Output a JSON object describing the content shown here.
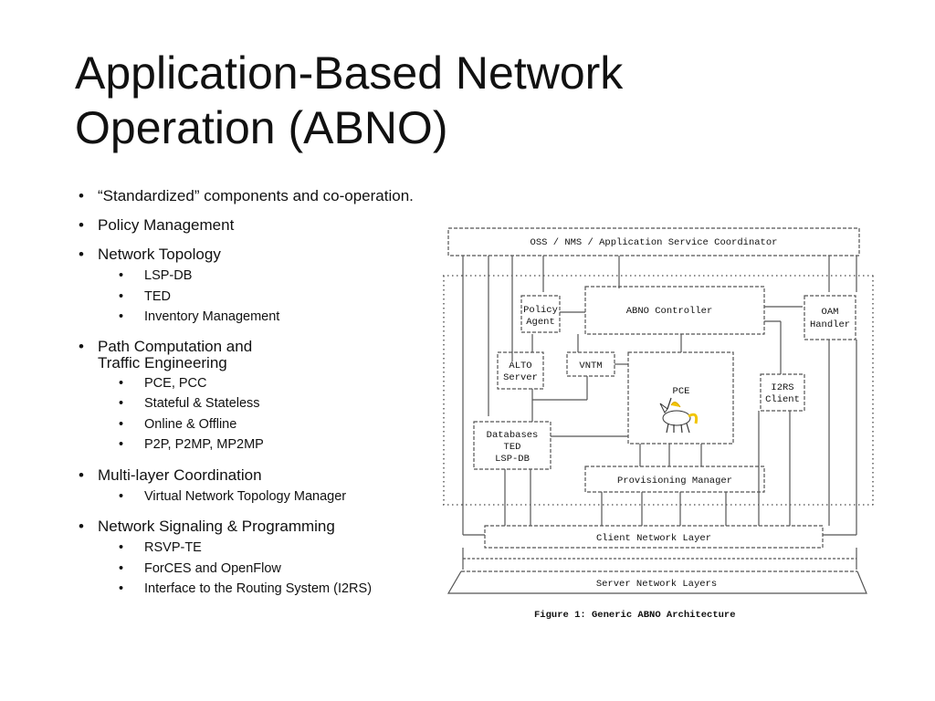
{
  "title": {
    "line1": "Application-Based Network",
    "line2": "Operation (ABNO)"
  },
  "bullets": {
    "standardized": "“Standardized” components and co-operation.",
    "policy": "Policy Management",
    "topology": {
      "label": "Network Topology",
      "items": [
        "LSP-DB",
        "TED",
        "Inventory Management"
      ]
    },
    "path": {
      "label_line1": "Path Computation and",
      "label_line2": "Traffic Engineering",
      "items": [
        "PCE, PCC",
        "Stateful & Stateless",
        "Online & Offline",
        "P2P, P2MP, MP2MP"
      ]
    },
    "multilayer": {
      "label": "Multi-layer Coordination",
      "items": [
        "Virtual Network Topology Manager"
      ]
    },
    "signaling": {
      "label": "Network Signaling & Programming",
      "items": [
        "RSVP-TE",
        "ForCES and OpenFlow",
        "Interface to the Routing System (I2RS)"
      ]
    }
  },
  "diagram": {
    "oss": "OSS / NMS / Application Service Coordinator",
    "policy_agent_1": "Policy",
    "policy_agent_2": "Agent",
    "abno_controller": "ABNO Controller",
    "oam_1": "OAM",
    "oam_2": "Handler",
    "alto_1": "ALTO",
    "alto_2": "Server",
    "vntm": "VNTM",
    "pce": "PCE",
    "i2rs_1": "I2RS",
    "i2rs_2": "Client",
    "db_1": "Databases",
    "db_2": "TED",
    "db_3": "LSP-DB",
    "provisioning": "Provisioning Manager",
    "client_layer": "Client Network Layer",
    "server_layers": "Server Network Layers",
    "caption": "Figure 1: Generic ABNO Architecture"
  }
}
